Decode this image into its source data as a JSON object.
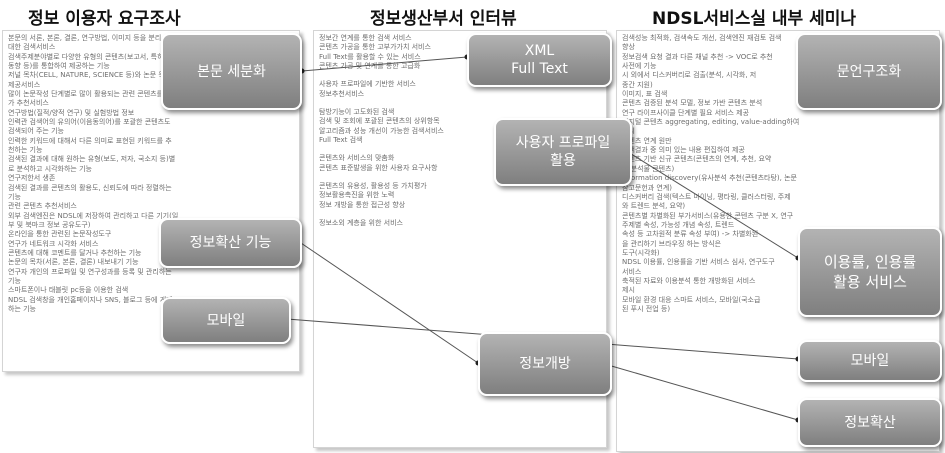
{
  "titles": {
    "left": "정보 이용자 요구조사",
    "middle": "정보생산부서 인터뷰",
    "right": "NDSL서비스실 내부 세미나"
  },
  "left_panel_lines": [
    "본문의 서론, 본론, 결론, 연구방법, 이미지 등을 분리",
    "대한 검색서비스",
    "검색주제분야별로 다양한 유형의 콘텐츠(보고서, 특허,",
    "동향 등)를 통합하여 제공하는 기능",
    "저널 목차(CELL, NATURE, SCIENCE 등)와 논문 목록",
    "제공서비스",
    "많이 논문작성 단계별로 많이 활용되는 관련 콘텐츠를",
    "가 추천서비스",
    "연구방법(질적/양적 연구) 및 실험방법 정보",
    "인력관 검색어의 유의어(이음동의어)를 포괄한 콘텐츠도",
    "검색되어 주는 기능",
    "인력한 키워드에 대해서 다른 의미로 표현된 키워드를 추",
    "천하는 기능",
    "검색된 결과에 대해 원하는 유형(보도, 저자, 국소지 등)별",
    "로 분석하고 시각화하는 기능",
    "연구저한서 생존",
    "검색된 결과를 콘텐츠의 활용도, 신뢰도에 따라 정렬하는",
    "기능",
    "관련 콘텐츠 추천서비스",
    "외부 검색엔진은 NDSL에 저장하여 관리하고 다른 기기(일",
    "부 및 북마크 정보 공유도구)",
    "온라인을 통한 관련된 논문작성도구",
    "연구가 네트워크 시각화 서비스",
    "콘텐츠에 대해 코멘트를 달거나 추천하는 기능",
    "논문의 목차(서론, 본론, 결론) 내보내기 기능",
    "연구자 개인의 프로파일 및 연구성과를 등록 및 관리하는",
    "기능",
    "스마트폰이나 태블릿 pc등을 이용한 검색",
    "NDSL 검색창을 개인홈페이지나 SNS, 블로그 등에 게재",
    "하는 기능"
  ],
  "middle_panel_lines": [
    "정보간 연계를 통한 검색 서비스",
    "콘텐츠 가공을 통한 고부가가치 서비스",
    "Full Text를 활용할 수 있는 서비스",
    "콘텐츠 가공 및 연계를 통한 고급화",
    "",
    "사용자 프로파일에 기반한 서비스",
    "정보추천서비스",
    "",
    "탐방기능이 고도화된 검색",
    "검색 및 조회에 포괄된 콘텐츠의 상위항목",
    "알고리즘과 성능 개선이 가능한 검색서비스",
    "Full Text 검색",
    "",
    "콘텐츠와 서비스의 맞춤화",
    "콘텐츠 표준발생을 위한 사용자 요구사항",
    "",
    "콘텐츠의 유용성, 활용성 등 가치평가",
    "정보활용촉진을 위한 노력",
    "정보 개방을 통한 접근성 향상",
    "",
    "정보소외 계층을 위한 서비스"
  ],
  "right_panel_lines": [
    "검색성능 최적화, 검색속도 개선, 검색엔진 재검토 검색",
    "향상",
    "정보검색 요청 결과 다른 채널 추천 -> VOC로 추천",
    "사전에 기능",
    "시 외에서 디스커버리로 검출(분석,   시각화, 저",
    "종간 지원)",
    "이미지, 표 검색",
    "콘텐츠 검증된 분석 모델, 정보 가반 콘텐츠 분석",
    "연구 라이프사이클 단계별 필요 서비스 제공",
    "디지털 콘텐츠 aggregating, editing, value-adding하여",
    "제시",
    "콘텐츠 연계 원만",
    "검색결과 중 의미 있는 내용 편집하여 제공",
    "콘텐츠 기반 신규 콘텐츠(콘텐츠의 연계, 추천, 요약",
    "및 분석물 콘텐츠)",
    "Information discovery(유사분석 추천(콘텐츠타탕), 논문",
    "참고문헌과 연계)",
    "디스커버리 검색(텍스트 마이닝, 평타링, 클러스터링, 주제",
    "와 트렌드 분석, 요약)",
    "콘텐츠별 차별화된 부가서비스(유용한 콘텐츠 구분 X, 연구",
    "주제별 속성, 가능성 개념 속성, 트렌드",
    "속성 등 고차원적 분류 속성 부여) -> 차별화된",
    "을 관리하기 브라우징 하는 방식은",
    "도구(시각화)",
    "NDSL 이용률, 인용률을 기반 서비스 심사, 연구도구",
    "서비스",
    "축적된 자료와 이용분석 통한 개방화된 서비스",
    "제시",
    "모바일 환경 대응 스마트 서비스, 모바일(국소급",
    "된 푸시 전업 등)"
  ],
  "nodes": {
    "body_segmentation": "본문 세분화",
    "xml_full_text": "XML\nFull Text",
    "user_profile": "사용자 프로파일\n활용",
    "doc_structuring": "문언구조화",
    "info_diffusion_function": "정보확산 기능",
    "mobile_left": "모바일",
    "open_information": "정보개방",
    "usage_citation_service": "이용률, 인용률\n활용 서비스",
    "mobile_right": "모바일",
    "info_diffusion": "정보확산"
  },
  "colors": {
    "box_top": "#b3b3b3",
    "box_bottom": "#7f7f7f",
    "box_text": "#ffffff",
    "line": "#555555"
  }
}
